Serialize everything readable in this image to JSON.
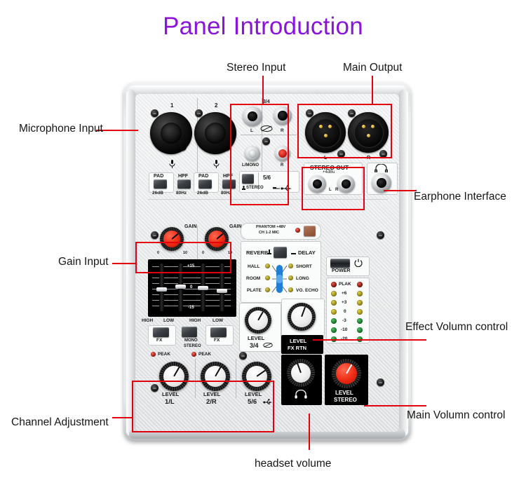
{
  "page": {
    "title": "Panel Introduction",
    "title_color": "#8B14DC",
    "accent_color": "#e3000f"
  },
  "annotations": [
    {
      "id": "microphone-input",
      "label": "Microphone Input"
    },
    {
      "id": "stereo-input",
      "label": "Stereo Input"
    },
    {
      "id": "main-output",
      "label": "Main Output"
    },
    {
      "id": "earphone-interface",
      "label": "Earphone Interface"
    },
    {
      "id": "gain-input",
      "label": "Gain Input"
    },
    {
      "id": "effect-volume",
      "label": "Effect Volumn control"
    },
    {
      "id": "main-volume",
      "label": "Main Volumn control"
    },
    {
      "id": "channel-adjustment",
      "label": "Channel Adjustment"
    },
    {
      "id": "headset-volume",
      "label": "headset volume"
    }
  ],
  "mixer": {
    "channels": {
      "ch1_number": "1",
      "ch2_number": "2",
      "pad_label": "PAD",
      "pad_value": "26dB",
      "hpf_label": "HPF",
      "hpf_value": "80Hz",
      "mic_icon": "microphone-icon"
    },
    "stereo_input": {
      "group_label": "3/4",
      "trs_left": "L",
      "trs_right": "R",
      "trs_icon": "line-input-icon",
      "rca_left": "L/MONO",
      "rca_right": "R",
      "usb_group": "5/6",
      "usb_mode": "STEREO",
      "usb_icon": "usb-icon"
    },
    "main_output": {
      "xlr_left": "L",
      "xlr_right": "R",
      "stereo_out_title": "STEREO OUT",
      "stereo_out_level": "+4dBu",
      "stereo_out_left": "L",
      "stereo_out_right": "R"
    },
    "earphone": {
      "icon": "headphone-icon"
    },
    "gain": {
      "label": "GAIN",
      "min": "0",
      "max": "10"
    },
    "eq": {
      "scale_top": "+15",
      "scale_mid": "0",
      "scale_bottom": "-15",
      "bands": [
        "HIGH",
        "LOW",
        "HIGH",
        "LOW"
      ],
      "fx_label": "FX",
      "mono_label": "MONO",
      "stereo_label": "STEREO",
      "peak_label": "PEAK"
    },
    "phantom": {
      "line1": "PHANTOM +48V",
      "line2": "CH 1-2  MIC"
    },
    "effects": {
      "reverb_label": "REVERB",
      "delay_label": "DELAY",
      "left_presets": [
        "HALL",
        "ROOM",
        "PLATE"
      ],
      "right_presets": [
        "SHORT",
        "LONG",
        "VO. ECHO"
      ]
    },
    "power": {
      "label": "POWER",
      "icon": "power-icon"
    },
    "meter": {
      "labels": [
        "PLAK",
        "+6",
        "+3",
        "0",
        "-3",
        "-10",
        "-20"
      ],
      "colors": [
        "#b01a12",
        "#b9a81d",
        "#b9a81d",
        "#c2b223",
        "#1f9b3a",
        "#1f9b3a",
        "#1f9b3a"
      ]
    },
    "levels": {
      "level_34_line1": "LEVEL",
      "level_34_line2": "3/4",
      "fxrtn_line1": "LEVEL",
      "fxrtn_line2": "FX RTN",
      "ch1_line1": "LEVEL",
      "ch1_line2": "1/L",
      "ch2_line1": "LEVEL",
      "ch2_line2": "2/R",
      "ch56_line1": "LEVEL",
      "ch56_line2": "5/6",
      "phones_icon": "headphone-icon",
      "stereo_line1": "LEVEL",
      "stereo_line2": "STEREO"
    }
  }
}
